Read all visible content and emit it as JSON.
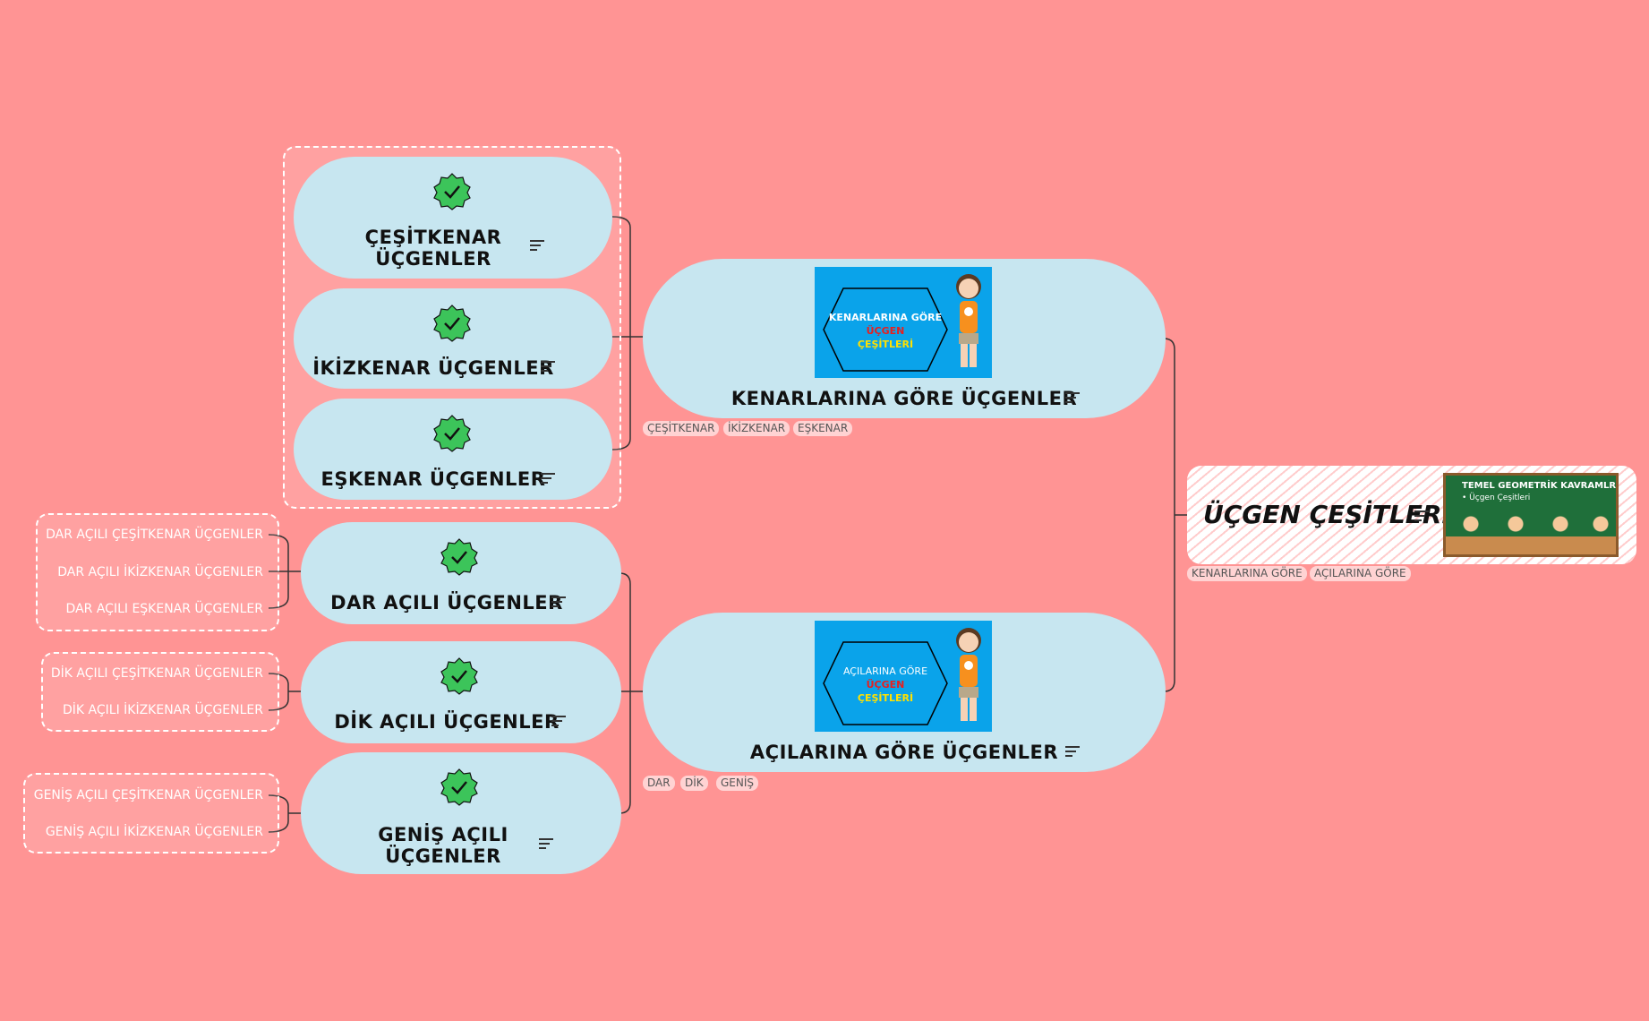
{
  "root": {
    "title": "ÜÇGEN ÇEŞİTLERİ",
    "image": {
      "line1": "TEMEL GEOMETRİK KAVRAMLR",
      "line2": "• Üçgen Çeşitleri"
    },
    "tags": [
      "KENARLARINA GÖRE",
      "AÇILARINA GÖRE"
    ]
  },
  "main": [
    {
      "title": "KENARLARINA GÖRE ÜÇGENLER",
      "card": {
        "l1": "KENARLARINA GÖRE",
        "l2": "ÜÇGEN",
        "l3": "ÇEŞİTLERİ"
      },
      "tags": [
        "ÇEŞİTKENAR",
        "İKİZKENAR",
        "EŞKENAR"
      ]
    },
    {
      "title": "AÇILARINA GÖRE ÜÇGENLER",
      "card": {
        "l1": "AÇILARINA GÖRE",
        "l2": "ÜÇGEN",
        "l3": "ÇEŞİTLERİ"
      },
      "tags": [
        "DAR",
        "DİK",
        "GENİŞ"
      ]
    }
  ],
  "side_nodes": [
    {
      "title_l1": "ÇEŞİTKENAR",
      "title_l2": "ÜÇGENLER"
    },
    {
      "title_l1": "İKİZKENAR ÜÇGENLER",
      "title_l2": ""
    },
    {
      "title_l1": "EŞKENAR ÜÇGENLER",
      "title_l2": ""
    }
  ],
  "angle_nodes": [
    {
      "title_l1": "DAR AÇILI ÜÇGENLER",
      "title_l2": "",
      "leaves": [
        "DAR AÇILI ÇEŞİTKENAR ÜÇGENLER",
        "DAR AÇILI İKİZKENAR ÜÇGENLER",
        "DAR AÇILI EŞKENAR ÜÇGENLER"
      ]
    },
    {
      "title_l1": "DİK AÇILI ÜÇGENLER",
      "title_l2": "",
      "leaves": [
        "DİK AÇILI ÇEŞİTKENAR ÜÇGENLER",
        "DİK AÇILI İKİZKENAR ÜÇGENLER"
      ]
    },
    {
      "title_l1": "GENİŞ AÇILI",
      "title_l2": "ÜÇGENLER",
      "leaves": [
        "GENİŞ AÇILI ÇEŞİTKENAR ÜÇGENLER",
        "GENİŞ AÇILI İKİZKENAR ÜÇGENLER"
      ]
    }
  ],
  "colors": {
    "background": "#ff9494",
    "node": "#c7e6f0",
    "badge": "#3cc45a",
    "card": "#0aa3ea"
  },
  "icons": {
    "badge": "verified-check-icon",
    "note": "notes-icon"
  }
}
